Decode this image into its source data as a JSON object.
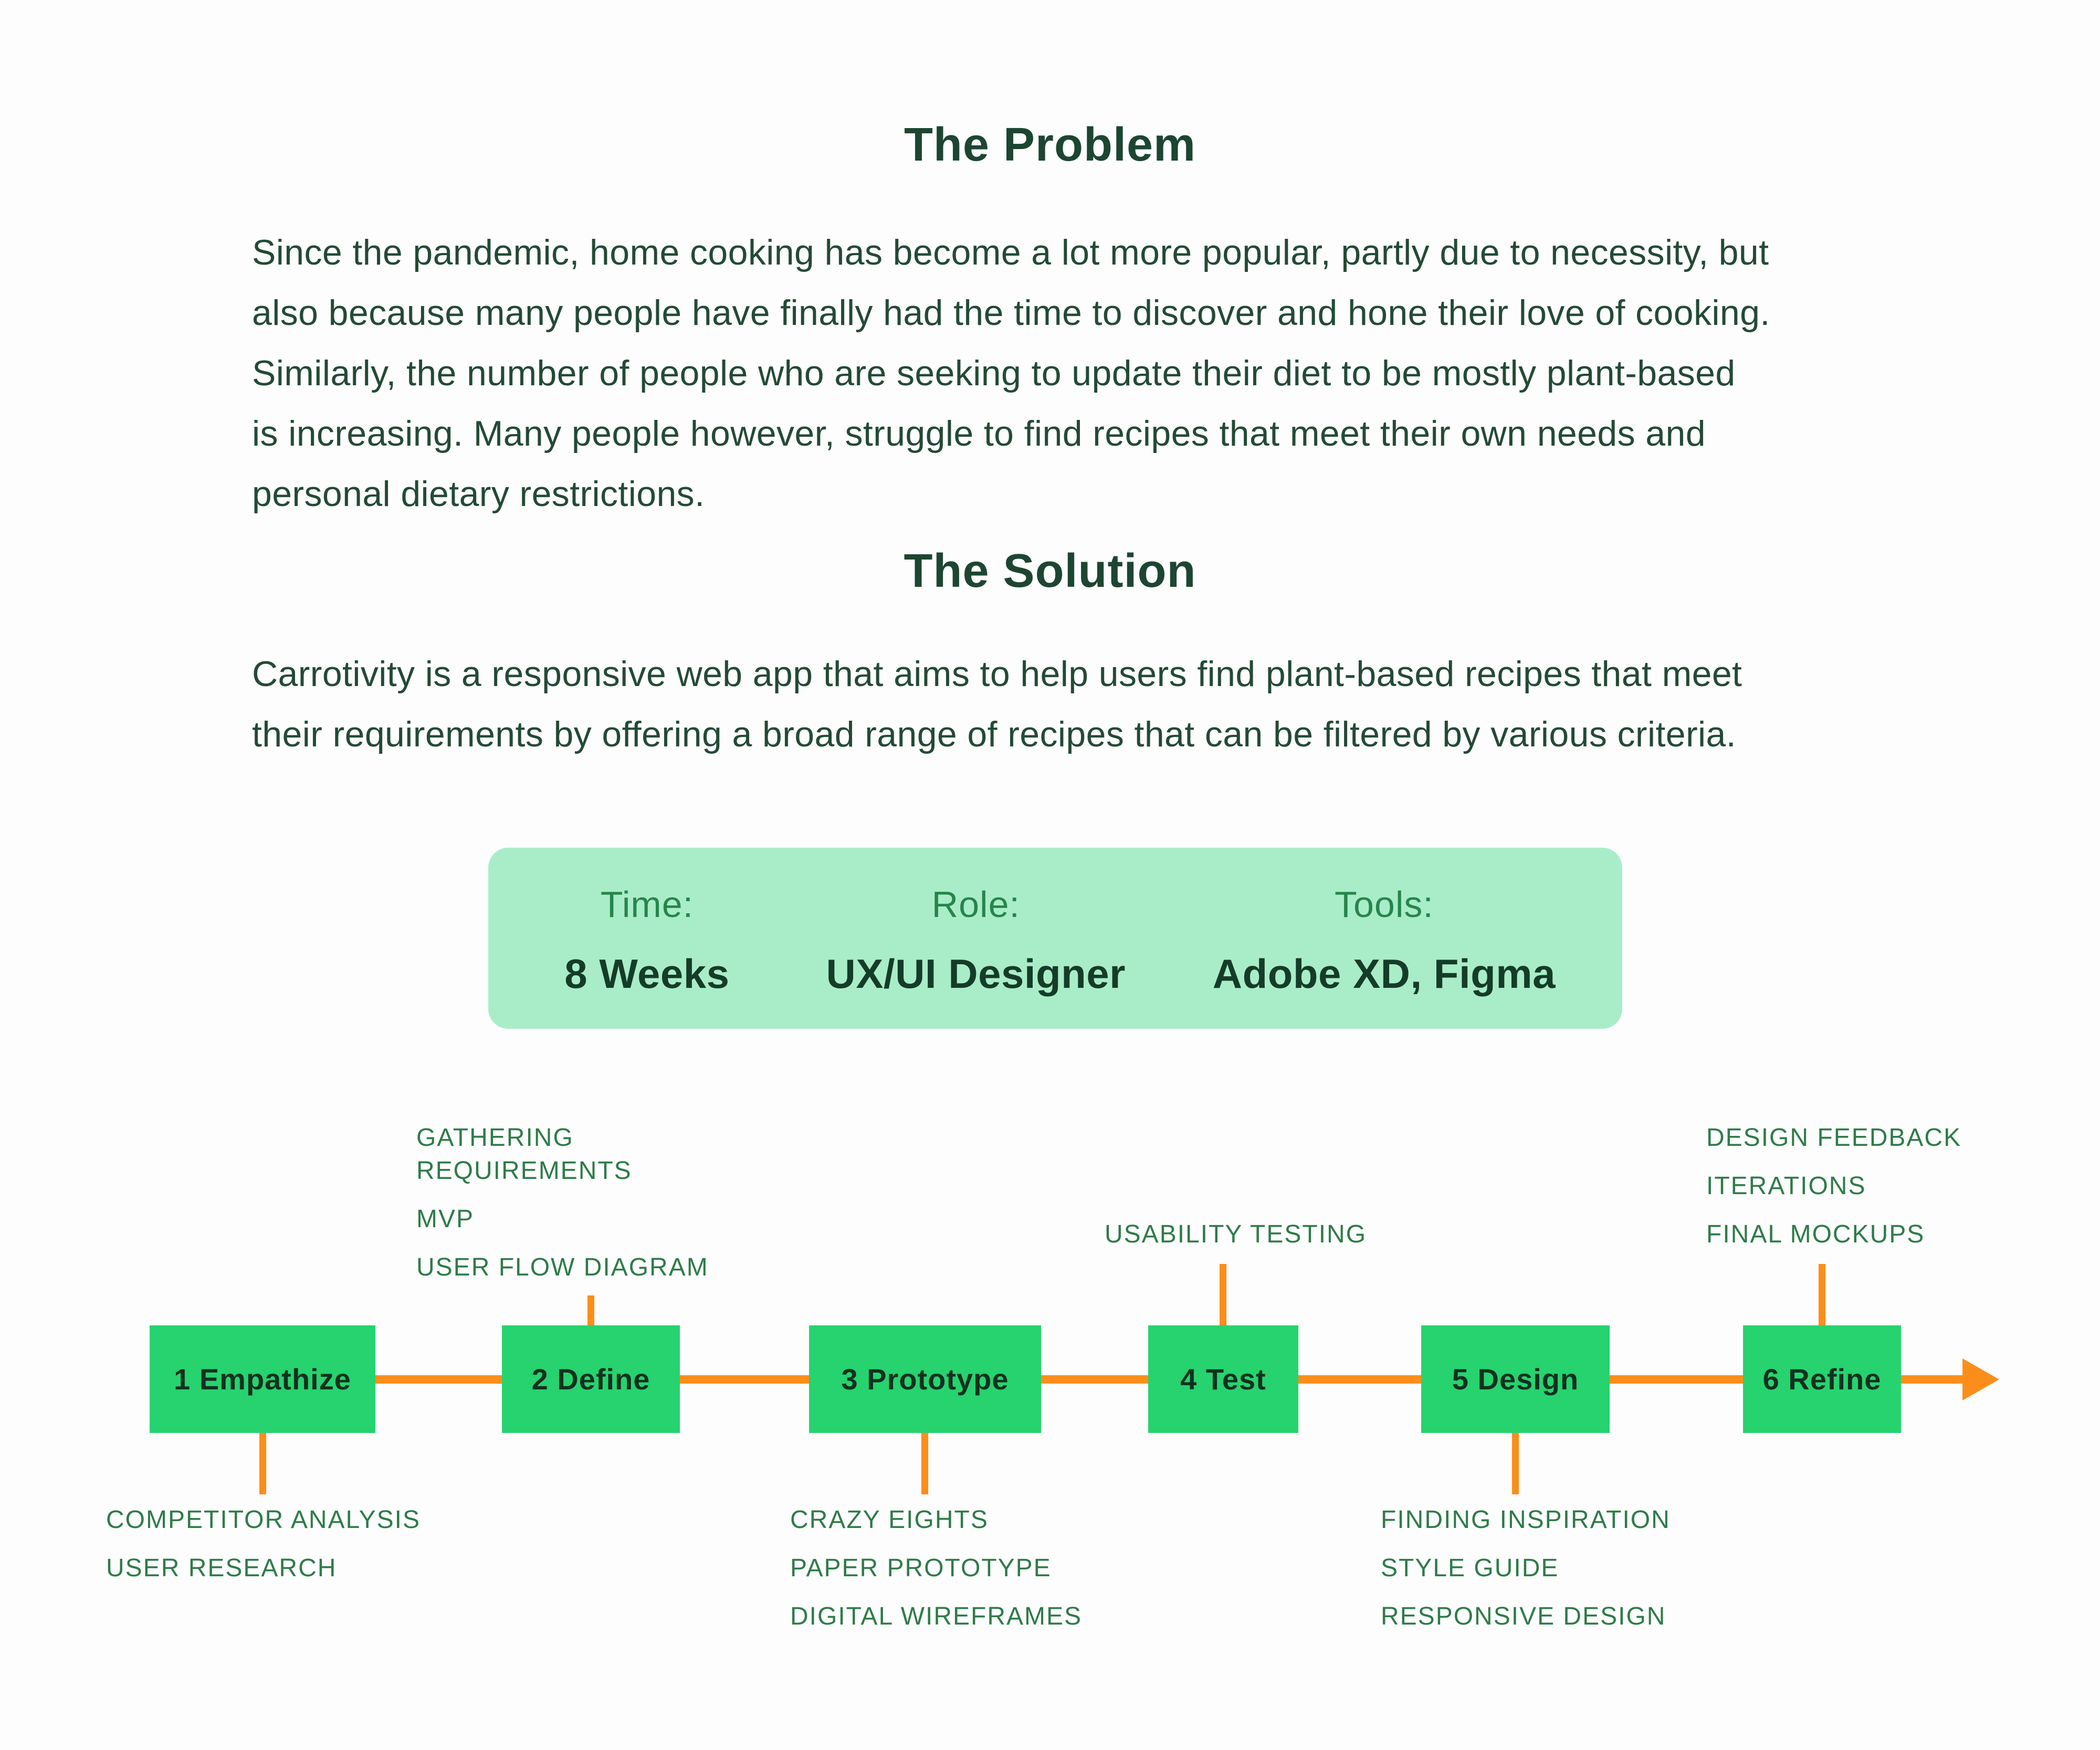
{
  "problem": {
    "title": "The Problem",
    "body": "Since the pandemic, home cooking has become a lot more popular, partly due to necessity, but\nalso because many people have finally had the time to discover and hone their love of cooking.\nSimilarly, the number of people who are seeking to update their diet to be mostly plant-based\nis increasing. Many people however, struggle to find recipes that meet their own needs and\npersonal dietary restrictions."
  },
  "solution": {
    "title": "The Solution",
    "body": "Carrotivity is a responsive web app that aims to help users find plant-based recipes that meet\ntheir requirements by offering a broad range of recipes that can be filtered by various criteria."
  },
  "project_info": {
    "items": [
      {
        "label": "Time:",
        "value": "8 Weeks"
      },
      {
        "label": "Role:",
        "value": "UX/UI Designer"
      },
      {
        "label": "Tools:",
        "value": "Adobe XD, Figma"
      }
    ]
  },
  "process": {
    "steps": [
      {
        "label": "1 Empathize",
        "notes_below": [
          "COMPETITOR ANALYSIS",
          "USER RESEARCH"
        ]
      },
      {
        "label": "2 Define",
        "notes_above": [
          "GATHERING\nREQUIREMENTS",
          "MVP",
          "USER FLOW DIAGRAM"
        ]
      },
      {
        "label": "3 Prototype",
        "notes_below": [
          "CRAZY EIGHTS",
          "PAPER PROTOTYPE",
          "DIGITAL WIREFRAMES"
        ]
      },
      {
        "label": "4 Test",
        "notes_above": [
          "USABILITY TESTING"
        ]
      },
      {
        "label": "5 Design",
        "notes_below": [
          "FINDING INSPIRATION",
          "STYLE GUIDE",
          "RESPONSIVE DESIGN"
        ]
      },
      {
        "label": "6 Refine",
        "notes_above": [
          "DESIGN FEEDBACK",
          "ITERATIONS",
          "FINAL MOCKUPS"
        ]
      }
    ]
  },
  "colors": {
    "background": "#fdfdfd",
    "heading_text": "#1d4632",
    "body_text": "#234a36",
    "panel_background": "#a9edc8",
    "panel_label": "#27854c",
    "panel_value": "#153c28",
    "step_box": "#26d36e",
    "step_text": "#12301f",
    "note_label": "#2e7b49",
    "connector_orange": "#fb8e1b"
  }
}
